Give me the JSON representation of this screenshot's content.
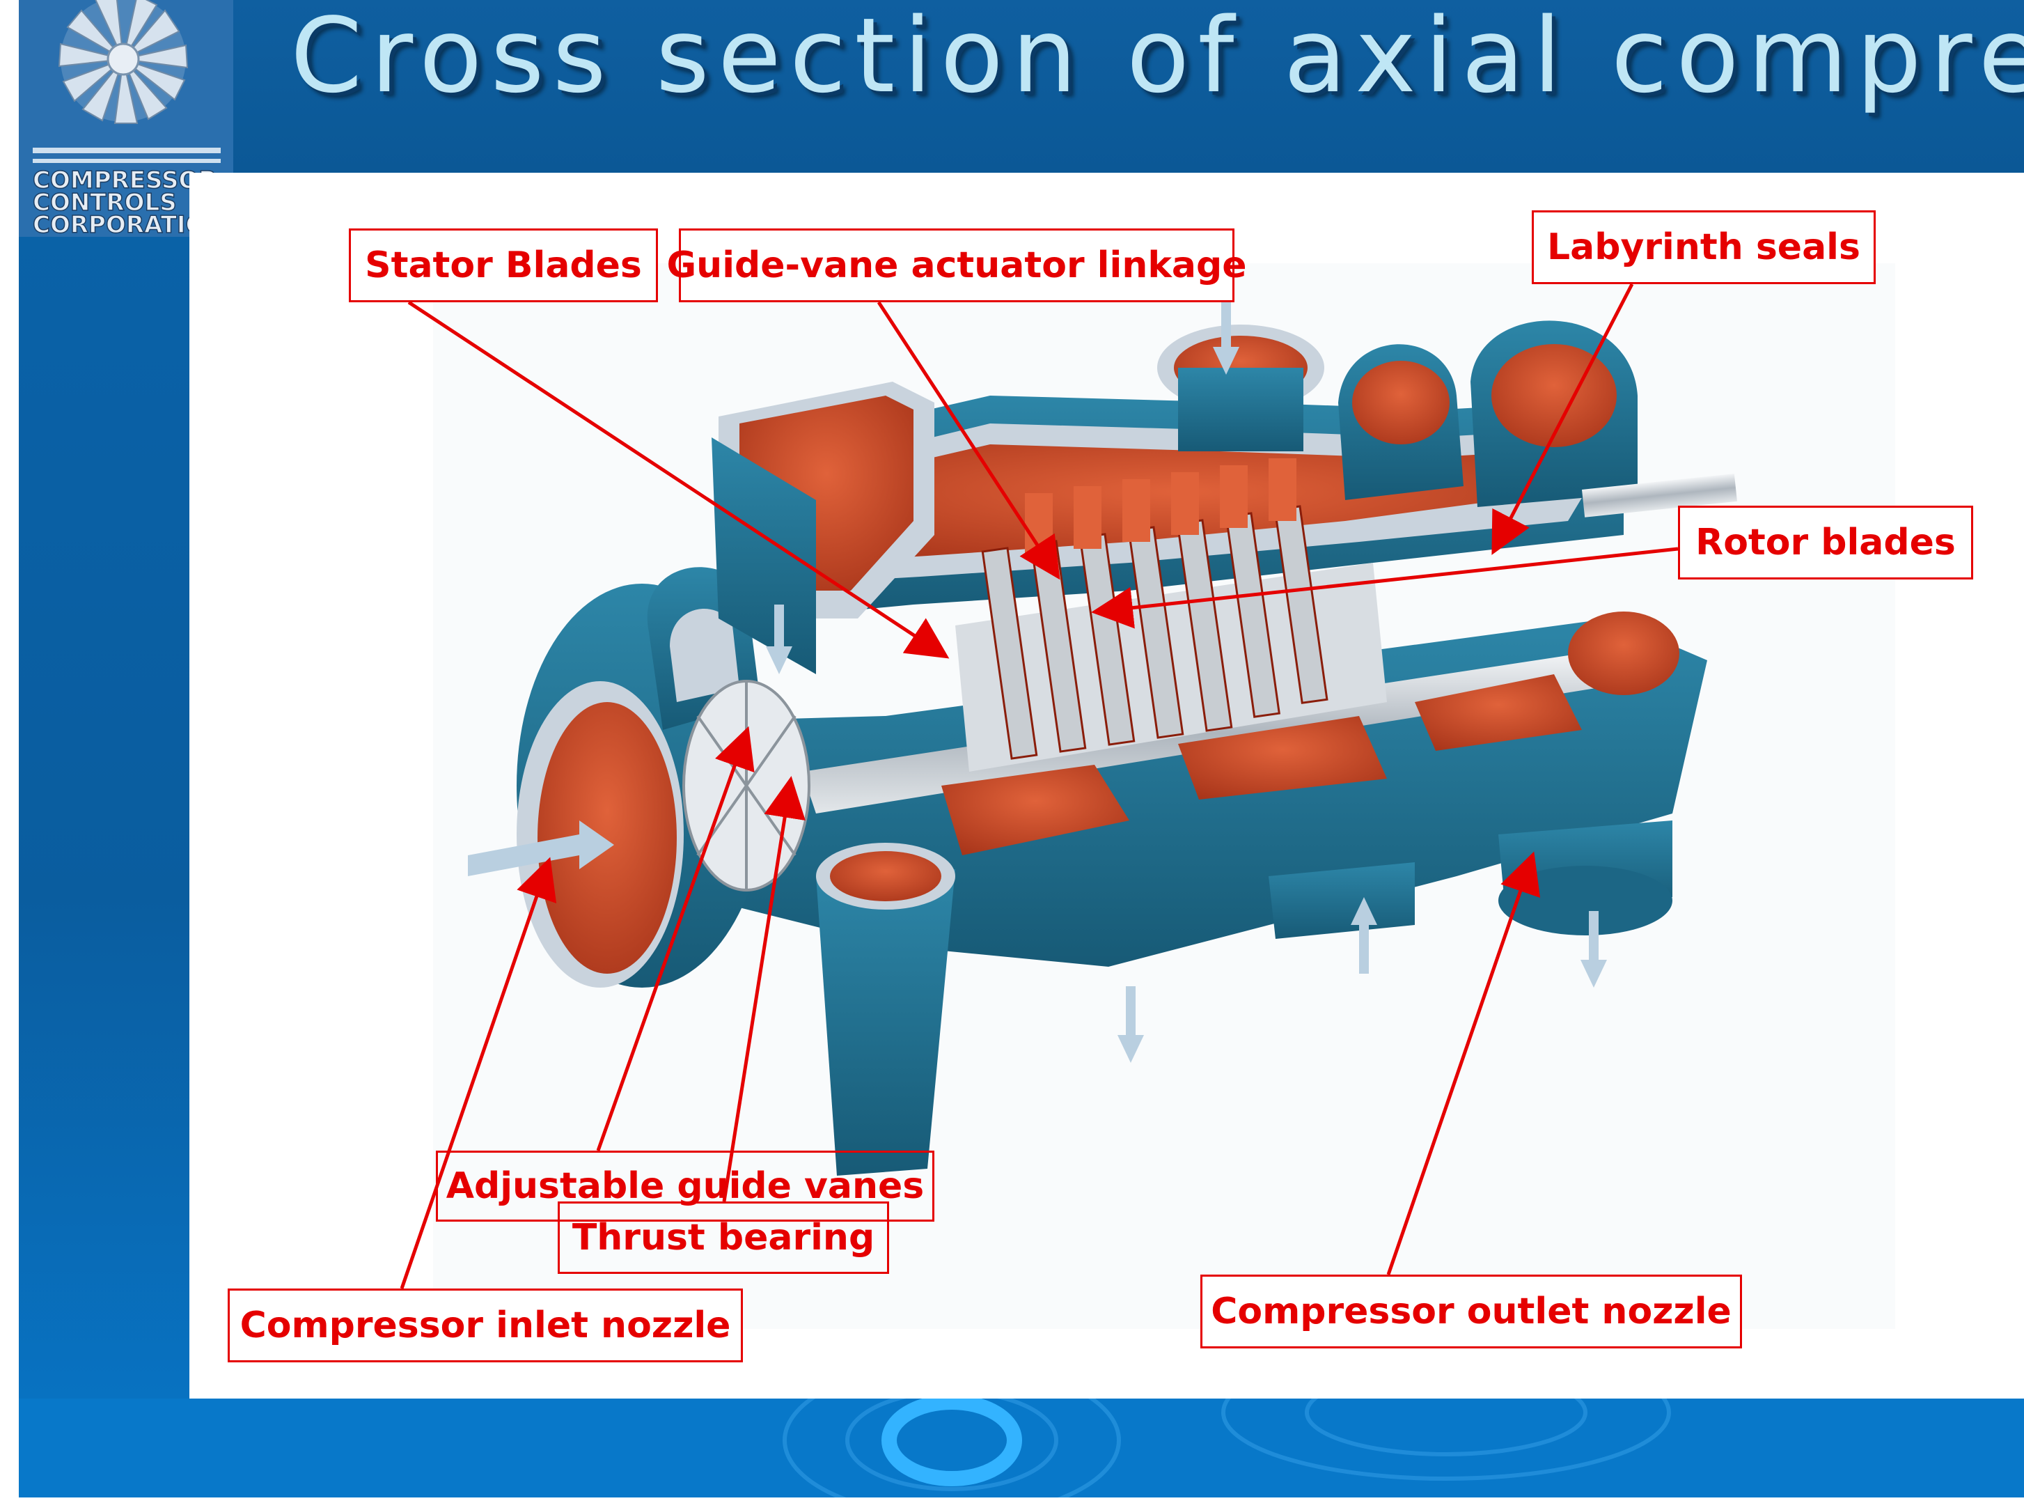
{
  "slide": {
    "title": "Cross section of axial compressor",
    "logo": {
      "line1": "COMPRESSOR",
      "line2": "CONTROLS",
      "line3": "CORPORATION",
      "icon": "turbine-rotor-icon"
    }
  },
  "labels": {
    "stator_blades": "Stator Blades",
    "guide_vane_linkage": "Guide-vane actuator linkage",
    "labyrinth_seals": "Labyrinth seals",
    "rotor_blades": "Rotor blades",
    "adjustable_guide_vanes": "Adjustable guide vanes",
    "thrust_bearing": "Thrust bearing",
    "inlet_nozzle": "Compressor inlet nozzle",
    "outlet_nozzle": "Compressor outlet nozzle"
  },
  "colors": {
    "label_red": "#e50000",
    "casing_teal": "#1f6f8e",
    "interior_orange": "#c2431f",
    "flange_gray": "#c9d3dd",
    "title_text": "#bfe6f5",
    "slide_blue": "#0b5a9c"
  }
}
